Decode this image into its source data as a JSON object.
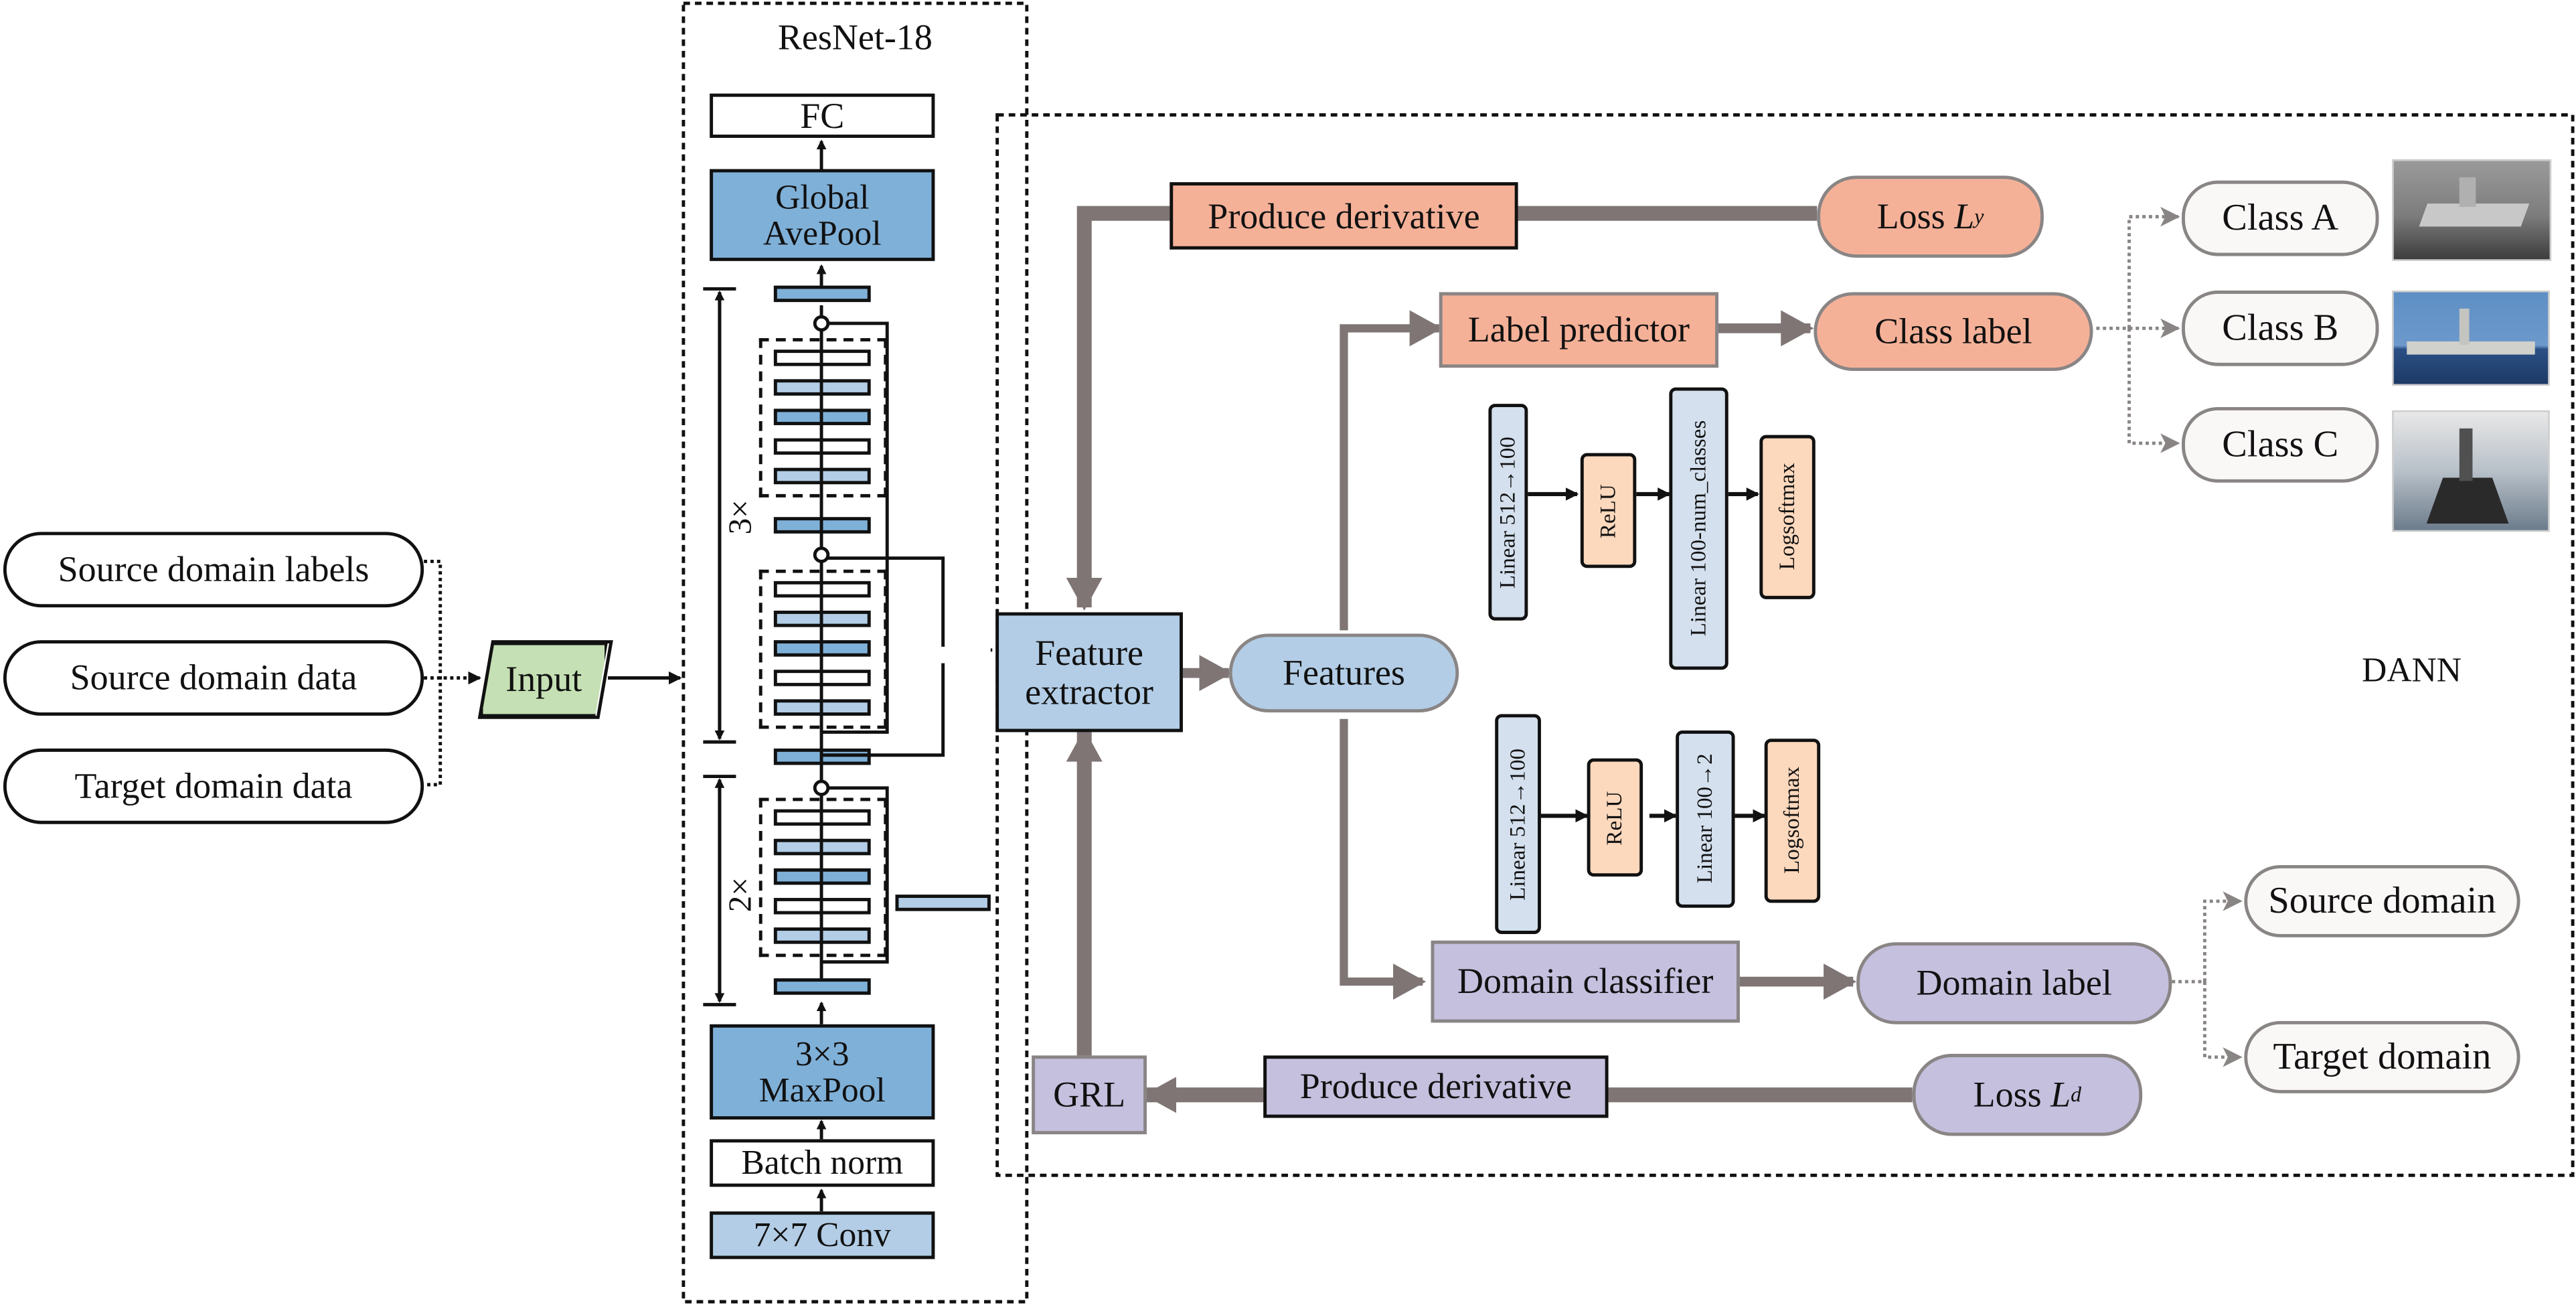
{
  "inputs": {
    "items": [
      "Source domain labels",
      "Source domain data",
      "Target domain data"
    ],
    "input_node": "Input"
  },
  "resnet": {
    "title": "ResNet-18",
    "fc": "FC",
    "global_avepool": [
      "Global",
      "AvePool"
    ],
    "maxpool": [
      "3×3",
      "MaxPool"
    ],
    "batch_norm": "Batch norm",
    "conv": "7×7 Conv",
    "repeat_top": "3×",
    "repeat_bottom": "2×"
  },
  "dann": {
    "title": "DANN",
    "feature_extractor": [
      "Feature",
      "extractor"
    ],
    "features": "Features",
    "produce_derivative_top": "Produce derivative",
    "loss_y": {
      "prefix": "Loss ",
      "symbol": "L",
      "subscript": "y"
    },
    "label_predictor": "Label predictor",
    "class_label": "Class label",
    "classes": [
      "Class A",
      "Class B",
      "Class C"
    ],
    "label_predictor_layers": [
      "Linear 512→100",
      "ReLU",
      "Linear 100-num_classes",
      "Logsoftmax"
    ],
    "domain_classifier_layers": [
      "Linear 512→100",
      "ReLU",
      "Linear 100→2",
      "Logsoftmax"
    ],
    "domain_classifier": "Domain classifier",
    "domain_label": "Domain label",
    "domains": [
      "Source domain",
      "Target domain"
    ],
    "grl": "GRL",
    "produce_derivative_bottom": "Produce derivative",
    "loss_d": {
      "prefix": "Loss ",
      "symbol": "L",
      "subscript": "d"
    }
  },
  "colors": {
    "salmon": "#f5b198",
    "lavender": "#c4c0de",
    "light_blue": "#b3cde6",
    "mid_blue": "#7fb0d8",
    "input_green": "#c5e0b4",
    "flow_gray": "#7f7575"
  }
}
